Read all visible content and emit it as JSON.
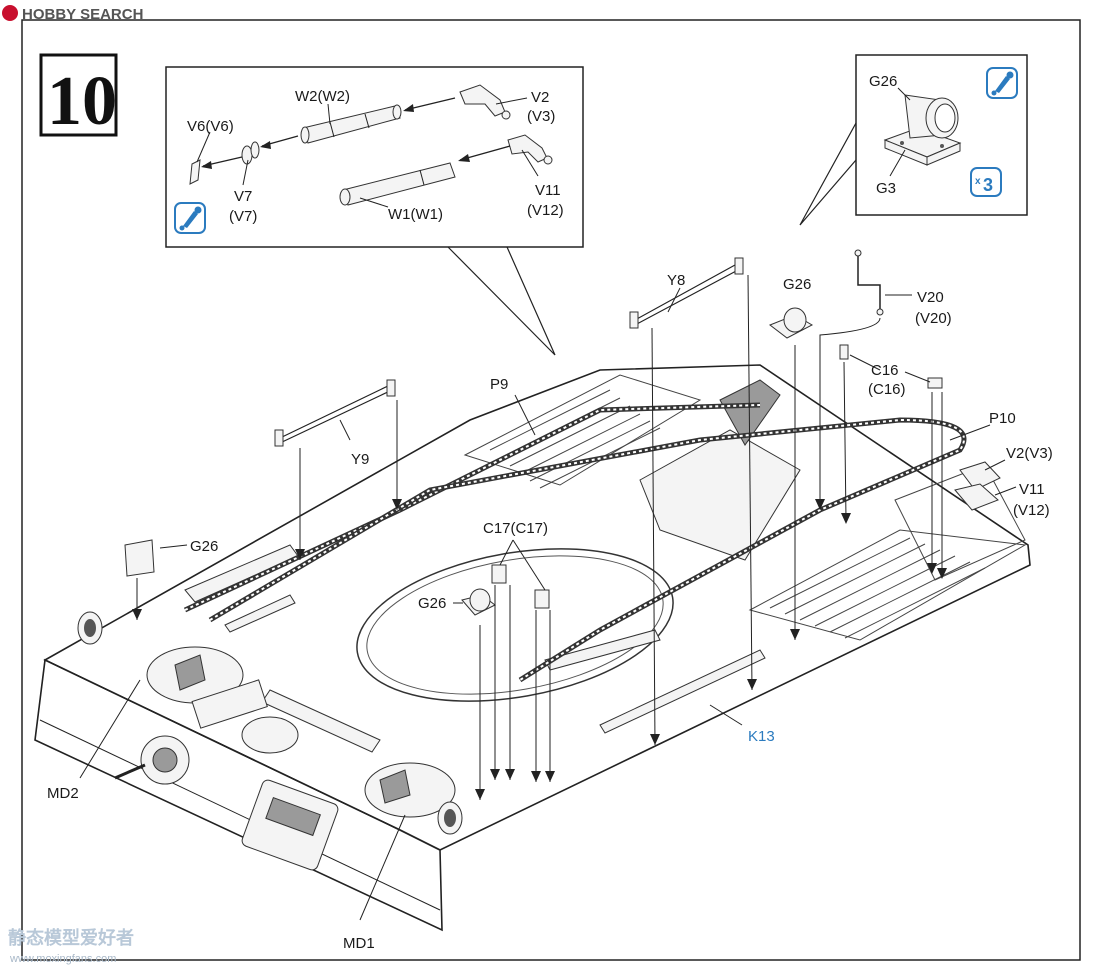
{
  "watermark_top": "HOBBY SEARCH",
  "watermark_bottom_cn": "静态模型爱好者",
  "watermark_bottom_url": "www.moxingfans.com",
  "step_number": "10",
  "icons": [
    "paint-icon",
    "paint-icon",
    "quantity-x3-icon"
  ],
  "accent_color": "#2b7bbf",
  "callout_left": {
    "labels": {
      "w2": "W2(W2)",
      "v2": "V2",
      "v3": "(V3)",
      "v6": "V6(V6)",
      "v7": "V7",
      "v7b": "(V7)",
      "v11": "V11",
      "v12": "(V12)",
      "w1": "W1(W1)"
    }
  },
  "callout_right": {
    "labels": {
      "g26": "G26",
      "g3": "G3"
    },
    "quantity": "x3"
  },
  "main_labels": {
    "y8": "Y8",
    "g26_top": "G26",
    "v20": "V20",
    "v20b": "(V20)",
    "c16": "C16",
    "c16b": "(C16)",
    "p9": "P9",
    "p10": "P10",
    "v2v3": "V2(V3)",
    "v11": "V11",
    "v12": "(V12)",
    "y9": "Y9",
    "g26_left": "G26",
    "c17": "C17(C17)",
    "g26_mid": "G26",
    "k13": "K13",
    "md2": "MD2",
    "md1": "MD1"
  }
}
